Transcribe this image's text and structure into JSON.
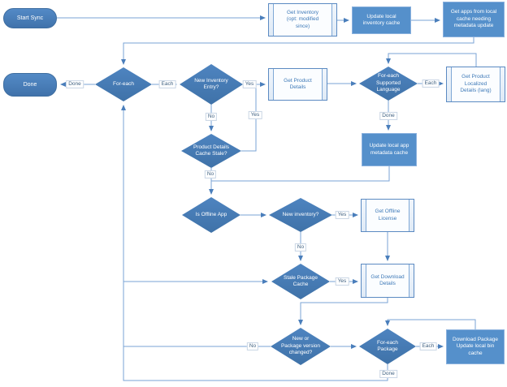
{
  "diagram": {
    "description": "Application sync flowchart",
    "colors": {
      "shape_blue": "#4576b2",
      "solid_box_blue": "#5590cb",
      "connector_blue": "#7aa3d6",
      "arrow_blue": "#4a7ebb",
      "predef_text_blue": "#3f7ab8",
      "edge_label_text": "#3f6080",
      "canvas_bg": "#ffffff"
    },
    "nodes": {
      "start_sync": {
        "type": "terminator",
        "label": "Start Sync"
      },
      "get_inventory": {
        "type": "predefined-process",
        "label": "Get Inventory\n(opt: modified\nsince)"
      },
      "update_inventory_cache": {
        "type": "process",
        "label": "Update local\ninventory cache"
      },
      "get_apps_needing_update": {
        "type": "process",
        "label": "Get apps from local\ncache needing\nmetadata update"
      },
      "done": {
        "type": "terminator",
        "label": "Done"
      },
      "foreach": {
        "type": "decision",
        "label": "For-each"
      },
      "new_inventory_entry": {
        "type": "decision",
        "label": "New Inventory\nEntry?"
      },
      "get_product_details": {
        "type": "predefined-process",
        "label": "Get Product\nDetails"
      },
      "foreach_supported_language": {
        "type": "decision",
        "label": "For-each\nSupported\nLanguage"
      },
      "get_product_localized_details": {
        "type": "predefined-process",
        "label": "Get Product\nLocalized\nDetails (lang)"
      },
      "product_details_cache_stale": {
        "type": "decision",
        "label": "Product Details\nCache Stale?"
      },
      "update_app_metadata_cache": {
        "type": "process",
        "label": "Update local app\nmetadata cache"
      },
      "is_offline_app": {
        "type": "decision",
        "label": "Is Offline App"
      },
      "new_inventory": {
        "type": "decision",
        "label": "New inventory?"
      },
      "get_offline_license": {
        "type": "predefined-process",
        "label": "Get Offline\nLicense"
      },
      "stale_package_cache": {
        "type": "decision",
        "label": "Stale Package\nCache"
      },
      "get_download_details": {
        "type": "predefined-process",
        "label": "Get Download\nDetails"
      },
      "new_or_package_version_changed": {
        "type": "decision",
        "label": "New or\nPackage version\nchanged?"
      },
      "foreach_package": {
        "type": "decision",
        "label": "For-each\nPackage"
      },
      "download_package": {
        "type": "process",
        "label": "Download Package\nUpdate local bin\ncache"
      }
    },
    "edge_labels": {
      "foreach_done": "Done",
      "foreach_each": "Each",
      "entry_yes": "Yes",
      "entry_no": "No",
      "stale_yes": "Yes",
      "stale_no": "No",
      "lang_each": "Each",
      "lang_done": "Done",
      "newinv_yes": "Yes",
      "newinv_no": "No",
      "stalepkg_yes": "Yes",
      "newor_no": "No",
      "package_each": "Each",
      "package_done": "Done"
    }
  }
}
